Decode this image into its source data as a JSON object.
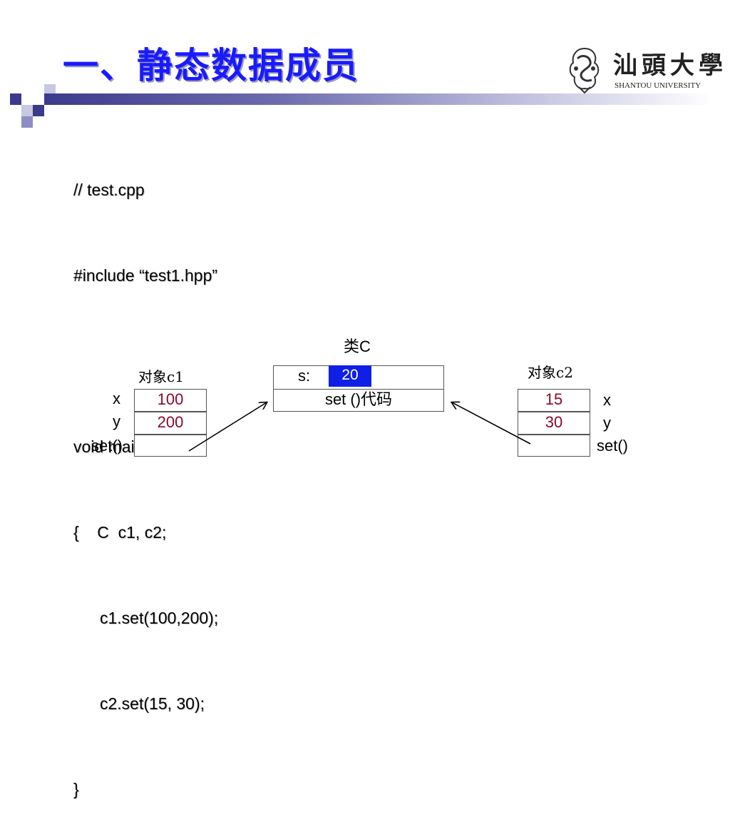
{
  "title": "一、静态数据成员",
  "logo": {
    "chinese_name": "汕頭大學",
    "english_name": "SHANTOU UNIVERSITY"
  },
  "code_lines": [
    "// test.cpp",
    "#include “test1.hpp”",
    "",
    "void main( )",
    "{    C  c1, c2;",
    "c1.set(100,200);",
    "c2.set(15, 30);",
    "}"
  ],
  "diagram": {
    "class_label": "类C",
    "class_box": {
      "static_label": "s:",
      "static_value": "20",
      "method_label": "set ()代码"
    },
    "object_c1": {
      "label": "对象c1",
      "x_label": "x",
      "x_value": "100",
      "y_label": "y",
      "y_value": "200",
      "set_label": "set()"
    },
    "object_c2": {
      "label": "对象c2",
      "x_label": "x",
      "x_value": "15",
      "y_label": "y",
      "y_value": "30",
      "set_label": "set()"
    }
  },
  "colors": {
    "title": "#1a1aff",
    "title_bar": "#3c3a8c",
    "value_red": "#8b0a2b",
    "static_highlight": "#0f1fe6"
  }
}
